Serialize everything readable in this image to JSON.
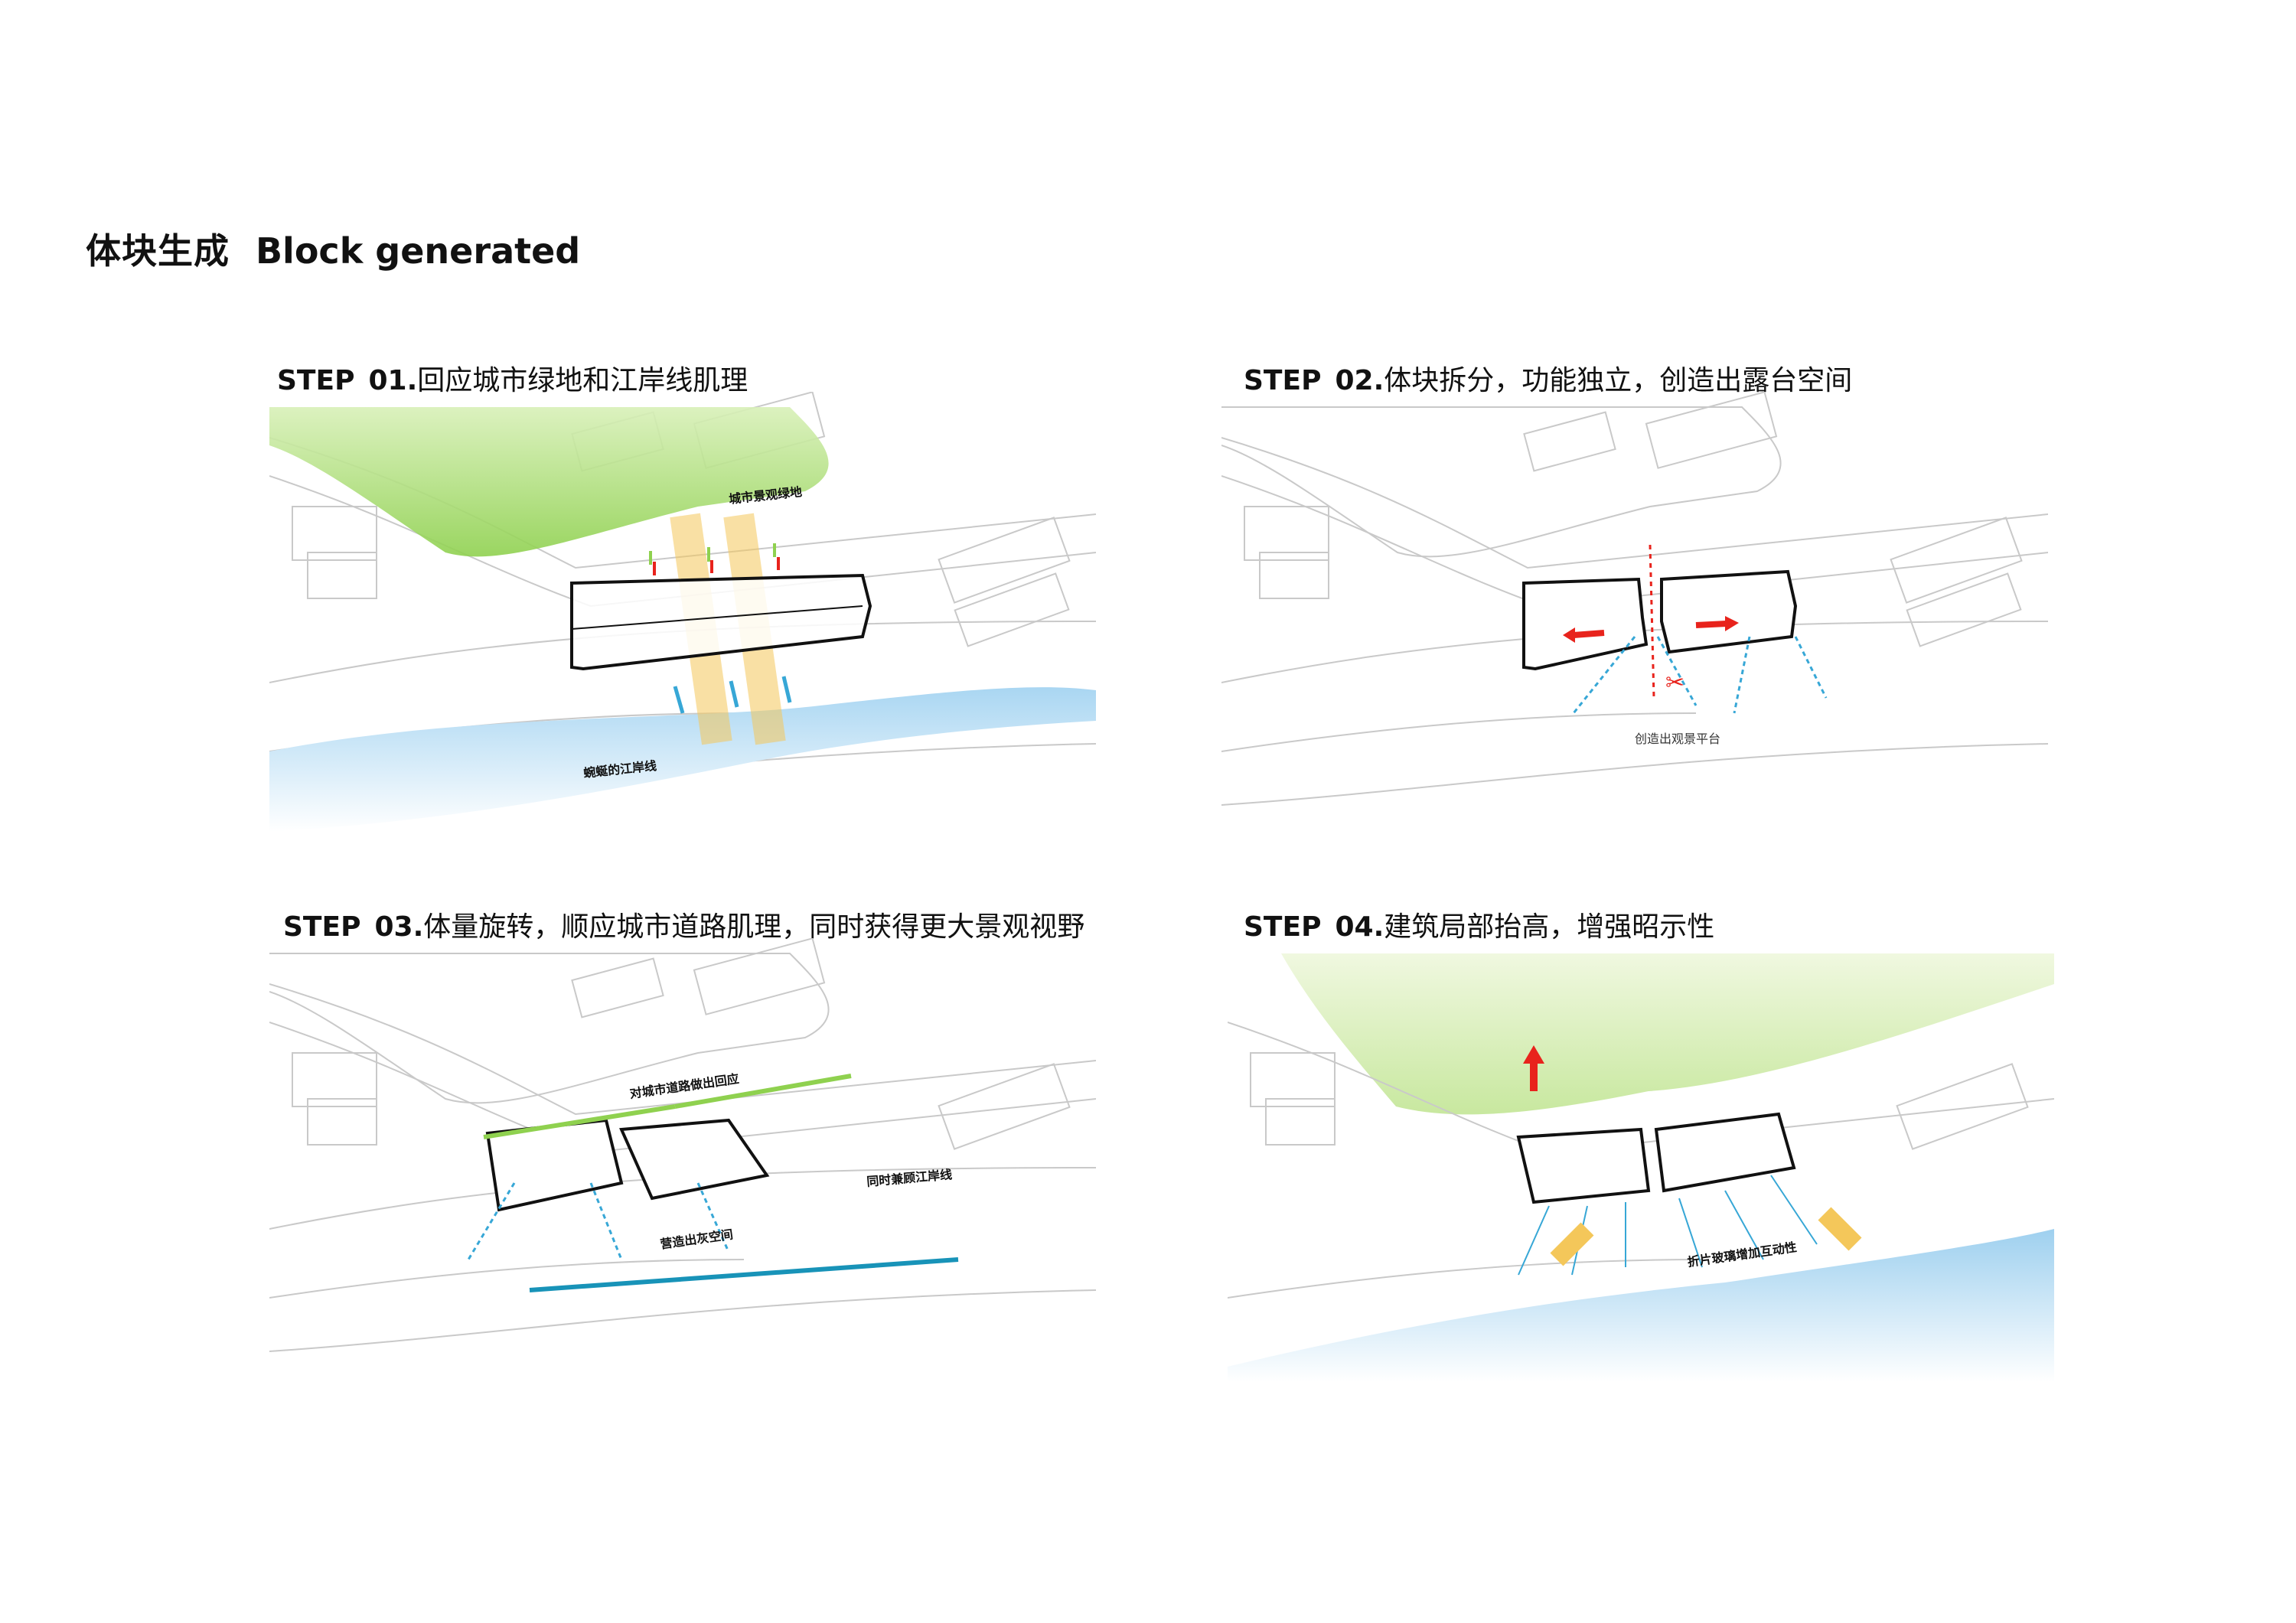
{
  "header": {
    "title_cn": "体块生成",
    "title_en": "Block generated"
  },
  "steps": [
    {
      "prefix": "STEP",
      "number": "01.",
      "text": "回应城市绿地和江岸线肌理",
      "annotations": {
        "green": "城市景观绿地",
        "river": "蜿蜒的江岸线"
      }
    },
    {
      "prefix": "STEP",
      "number": "02.",
      "text": "体块拆分，功能独立，创造出露台空间",
      "annotations": {
        "terrace": "创造出观景平台"
      }
    },
    {
      "prefix": "STEP",
      "number": "03.",
      "text": "体量旋转，顺应城市道路肌理，同时获得更大景观视野",
      "annotations": {
        "road": "对城市道路做出回应",
        "river": "同时兼顾江岸线",
        "grey": "营造出灰空间"
      }
    },
    {
      "prefix": "STEP",
      "number": "04.",
      "text": "建筑局部抬高，增强昭示性",
      "annotations": {
        "glass": "折片玻璃增加互动性"
      }
    }
  ],
  "colors": {
    "green": "#8fd14f",
    "river": "#bfe0f5",
    "arrow_red": "#e8231c",
    "arrow_yellow": "#f4c75a",
    "arrow_cyan": "#37a7d6",
    "line_grey": "#c9c9c9"
  }
}
